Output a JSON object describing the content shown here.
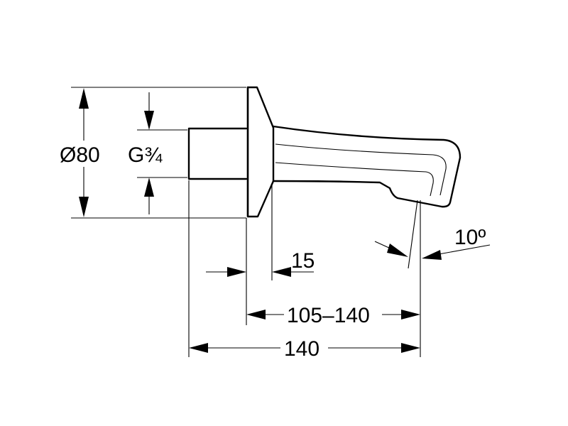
{
  "dimensions": {
    "diameter": "Ø80",
    "thread": "G¾",
    "flange_depth": "15",
    "projection_range": "105–140",
    "overall_length": "140",
    "angle": "10º"
  }
}
